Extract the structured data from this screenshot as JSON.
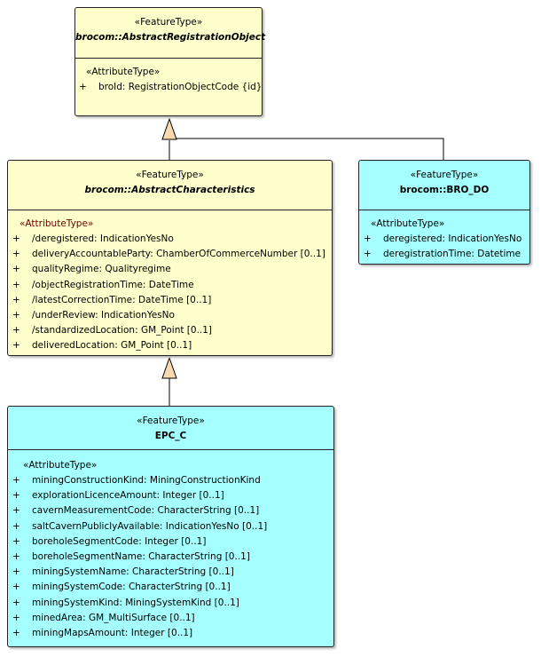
{
  "colors": {
    "abstract_fill": "#FFFFCC",
    "concrete_fill": "#A6FFFF",
    "generalization_arrow": "#F9D9B0"
  },
  "classes": {
    "registration": {
      "stereotype": "«FeatureType»",
      "name": "brocom::AbstractRegistrationObject",
      "attr_stereotype": "«AttributeType»",
      "attributes": [
        {
          "vis": "+",
          "text": "broId: RegistrationObjectCode {id}"
        }
      ]
    },
    "characteristics": {
      "stereotype": "«FeatureType»",
      "name": "brocom::AbstractCharacteristics",
      "attr_stereotype": "«AttributeType»",
      "attributes": [
        {
          "vis": "+",
          "text": "/deregistered: IndicationYesNo"
        },
        {
          "vis": "+",
          "text": "deliveryAccountableParty: ChamberOfCommerceNumber [0..1]"
        },
        {
          "vis": "+",
          "text": "qualityRegime: Qualityregime"
        },
        {
          "vis": "+",
          "text": "/objectRegistrationTime: DateTime"
        },
        {
          "vis": "+",
          "text": "/latestCorrectionTime: DateTime [0..1]"
        },
        {
          "vis": "+",
          "text": "/underReview: IndicationYesNo"
        },
        {
          "vis": "+",
          "text": "/standardizedLocation: GM_Point [0..1]"
        },
        {
          "vis": "+",
          "text": "deliveredLocation: GM_Point [0..1]"
        }
      ]
    },
    "bro_do": {
      "stereotype": "«FeatureType»",
      "name": "brocom::BRO_DO",
      "attr_stereotype": "«AttributeType»",
      "attributes": [
        {
          "vis": "+",
          "text": "deregistered: IndicationYesNo"
        },
        {
          "vis": "+",
          "text": "deregistrationTime: Datetime"
        }
      ]
    },
    "epc_c": {
      "stereotype": "«FeatureType»",
      "name": "EPC_C",
      "attr_stereotype": "«AttributeType»",
      "attributes": [
        {
          "vis": "+",
          "text": "miningConstructionKind: MiningConstructionKind"
        },
        {
          "vis": "+",
          "text": "explorationLicenceAmount: Integer [0..1]"
        },
        {
          "vis": "+",
          "text": "cavernMeasurementCode: CharacterString [0..1]"
        },
        {
          "vis": "+",
          "text": "saltCavernPubliclyAvailable: IndicationYesNo [0..1]"
        },
        {
          "vis": "+",
          "text": "boreholeSegmentCode: Integer [0..1]"
        },
        {
          "vis": "+",
          "text": "boreholeSegmentName: CharacterString [0..1]"
        },
        {
          "vis": "+",
          "text": "miningSystemName: CharacterString [0..1]"
        },
        {
          "vis": "+",
          "text": "miningSystemCode: CharacterString [0..1]"
        },
        {
          "vis": "+",
          "text": "miningSystemKind: MiningSystemKind [0..1]"
        },
        {
          "vis": "+",
          "text": "minedArea: GM_MultiSurface [0..1]"
        },
        {
          "vis": "+",
          "text": "miningMapsAmount: Integer [0..1]"
        }
      ]
    }
  }
}
